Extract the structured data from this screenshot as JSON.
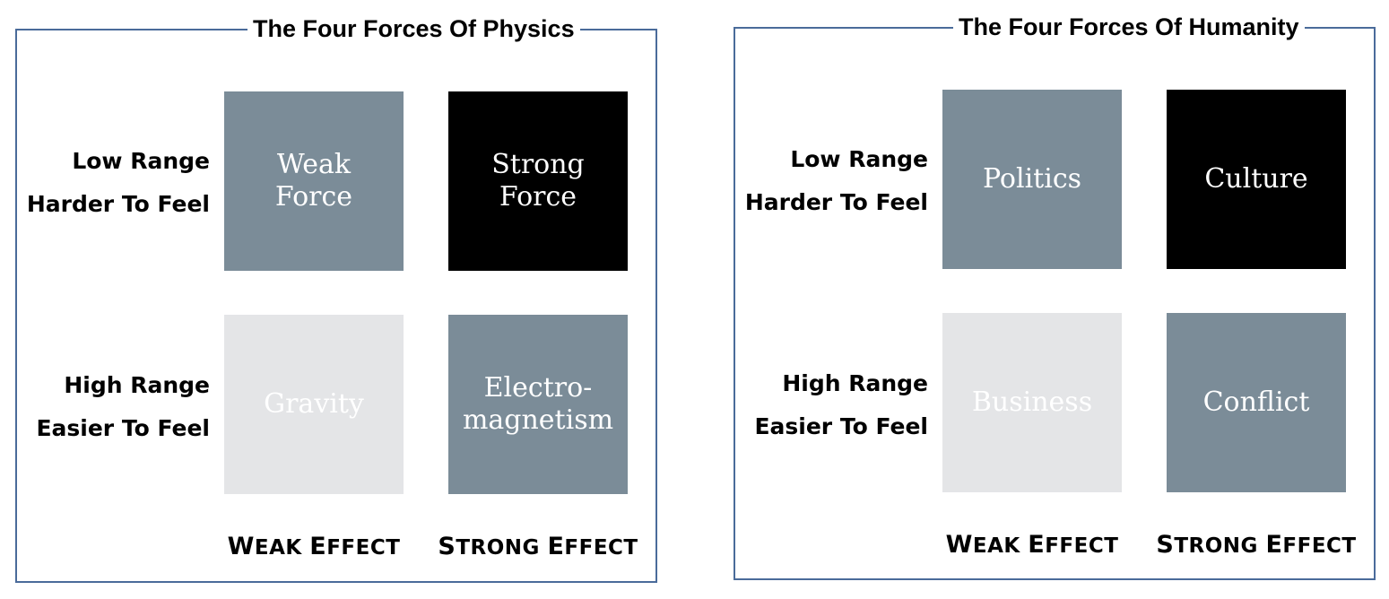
{
  "colors": {
    "border": "#4a6b9a",
    "slate": "#7b8c98",
    "black": "#000000",
    "light": "#e4e5e7"
  },
  "panels": [
    {
      "title": "The Four Forces Of Physics",
      "rows": [
        {
          "line1": "Low Range",
          "line2": "Harder To Feel"
        },
        {
          "line1": "High Range",
          "line2": "Easier To Feel"
        }
      ],
      "cells": [
        {
          "label": "Weak\nForce",
          "color": "#7b8c98"
        },
        {
          "label": "Strong\nForce",
          "color": "#000000"
        },
        {
          "label": "Gravity",
          "color": "#e4e5e7"
        },
        {
          "label": "Electro-\nmagnetism",
          "color": "#7b8c98"
        }
      ],
      "columns": [
        {
          "first": "W",
          "rest": "EAK ",
          "first2": "E",
          "rest2": "FFECT"
        },
        {
          "first": "S",
          "rest": "TRONG ",
          "first2": "E",
          "rest2": "FFECT"
        }
      ]
    },
    {
      "title": "The Four Forces Of Humanity",
      "rows": [
        {
          "line1": "Low Range",
          "line2": "Harder To Feel"
        },
        {
          "line1": "High Range",
          "line2": "Easier To Feel"
        }
      ],
      "cells": [
        {
          "label": "Politics",
          "color": "#7b8c98"
        },
        {
          "label": "Culture",
          "color": "#000000"
        },
        {
          "label": "Business",
          "color": "#e4e5e7"
        },
        {
          "label": "Conflict",
          "color": "#7b8c98"
        }
      ],
      "columns": [
        {
          "first": "W",
          "rest": "EAK ",
          "first2": "E",
          "rest2": "FFECT"
        },
        {
          "first": "S",
          "rest": "TRONG ",
          "first2": "E",
          "rest2": "FFECT"
        }
      ]
    }
  ]
}
